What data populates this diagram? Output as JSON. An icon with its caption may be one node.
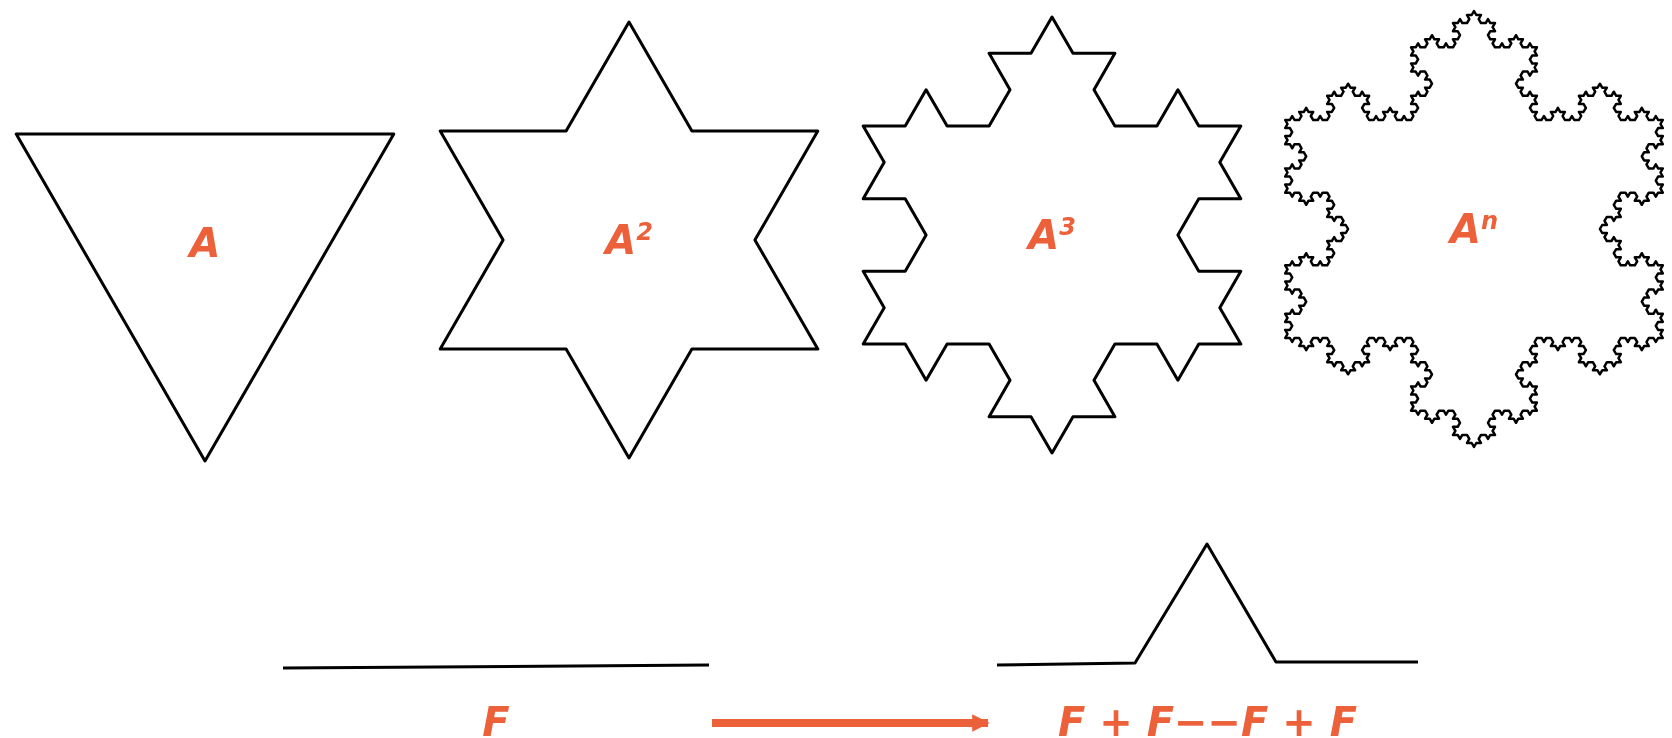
{
  "diagram": {
    "nodes": [
      {
        "text": [
          "A"
        ]
      },
      {
        "text": [
          "A$^{2}$"
        ]
      },
      {
        "text": [
          "A$^{3}$"
        ]
      },
      {
        "text": [
          "A$^{n}$"
        ]
      },
      {
        "text": [
          "F"
        ]
      },
      {
        "text": [
          "F + F−−F + F"
        ]
      }
    ],
    "edges": [
      {
        "from": 4,
        "to": 5,
        "arrow": "to"
      }
    ]
  }
}
